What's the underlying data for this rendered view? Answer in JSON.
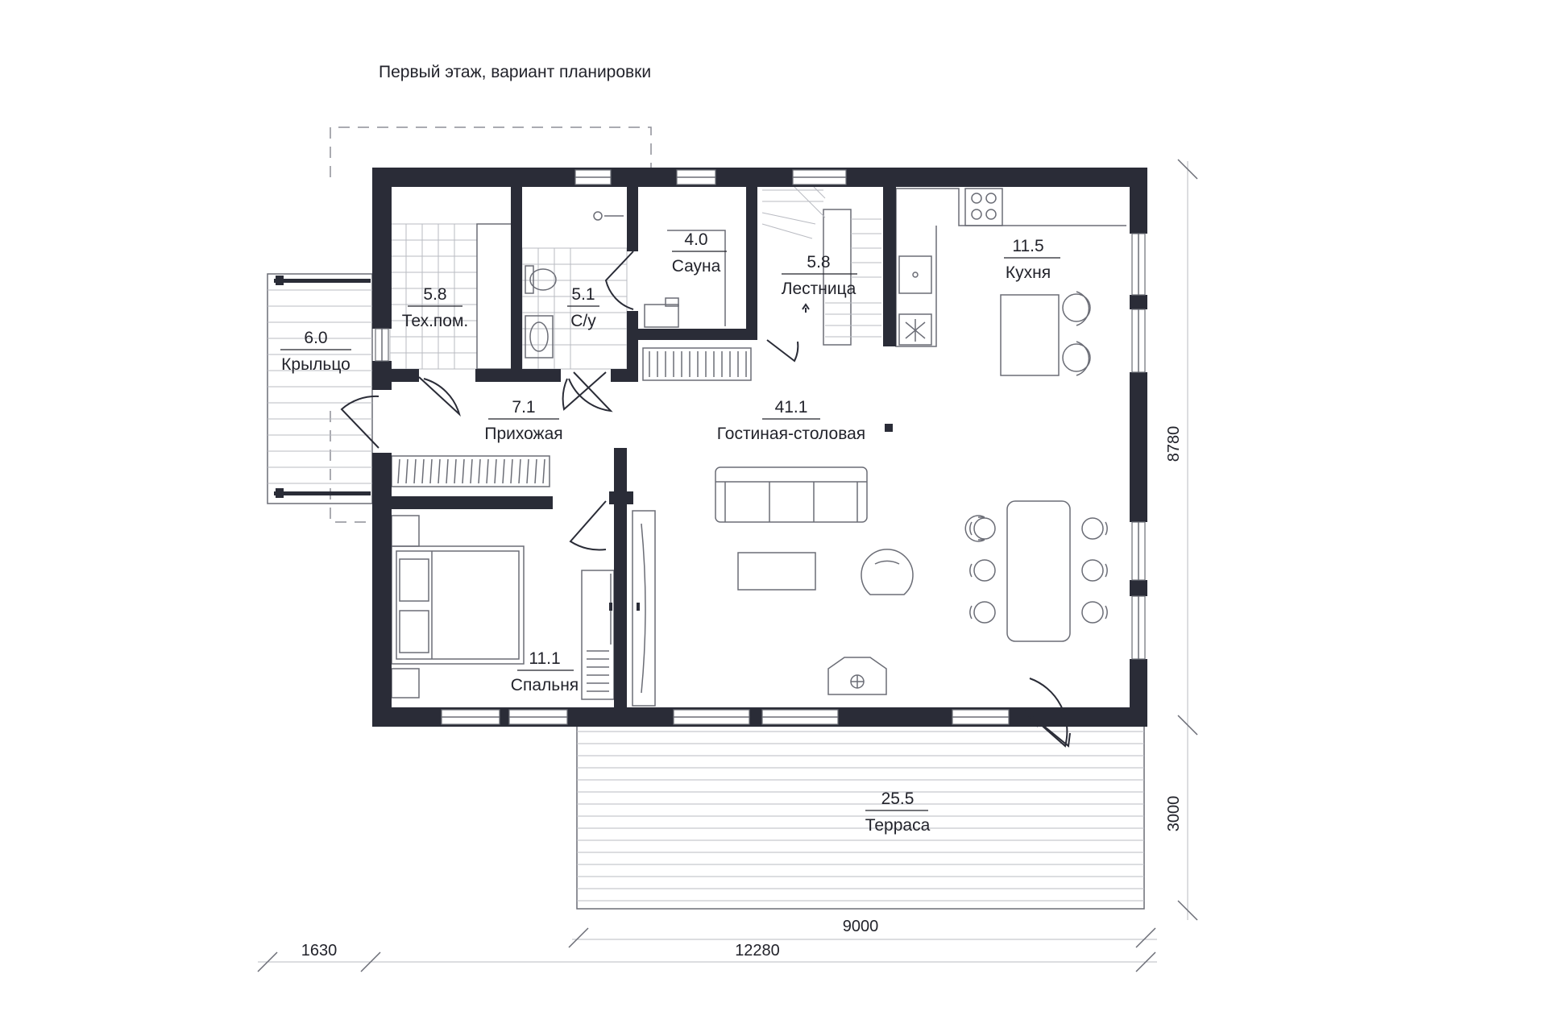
{
  "title": "Первый этаж, вариант планировки",
  "rooms": {
    "tech": {
      "area": "5.8",
      "name": "Тех.пом."
    },
    "wc": {
      "area": "5.1",
      "name": "С/у"
    },
    "sauna": {
      "area": "4.0",
      "name": "Сауна"
    },
    "stairs": {
      "area": "5.8",
      "name": "Лестница"
    },
    "kitchen": {
      "area": "11.5",
      "name": "Кухня"
    },
    "porch": {
      "area": "6.0",
      "name": "Крыльцо"
    },
    "hall": {
      "area": "7.1",
      "name": "Прихожая"
    },
    "living": {
      "area": "41.1",
      "name": "Гостиная-столовая"
    },
    "bedroom": {
      "area": "11.1",
      "name": "Спальня"
    },
    "terrace": {
      "area": "25.5",
      "name": "Терраса"
    }
  },
  "dimensions": {
    "height_main": "8780",
    "height_terrace": "3000",
    "width_terrace": "9000",
    "width_total": "12280",
    "width_porch": "1630"
  },
  "colors": {
    "wall": "#2a2c37",
    "line": "#6b6d76",
    "background": "#ffffff"
  }
}
